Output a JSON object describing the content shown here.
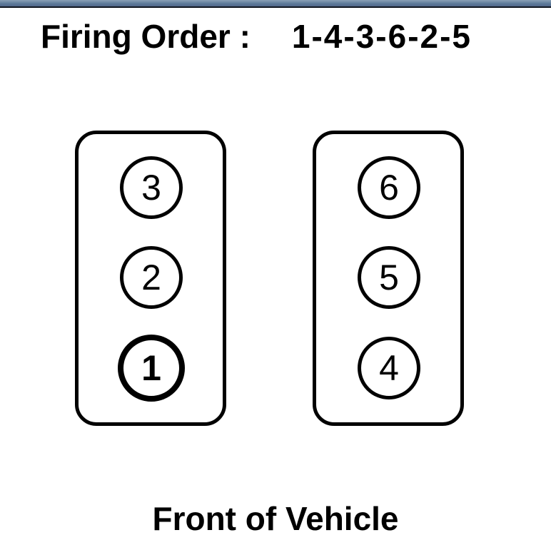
{
  "chrome": {
    "bar_color": "#5d7a99",
    "bar_edge_color": "#10161f"
  },
  "title": {
    "label": "Firing Order :",
    "sequence": "1-4-3-6-2-5"
  },
  "diagram": {
    "line_color": "#000000",
    "background": "#ffffff",
    "banks": [
      {
        "side": "left",
        "cylinders": [
          {
            "number": "3",
            "emphasized": false
          },
          {
            "number": "2",
            "emphasized": false
          },
          {
            "number": "1",
            "emphasized": true
          }
        ]
      },
      {
        "side": "right",
        "cylinders": [
          {
            "number": "6",
            "emphasized": false
          },
          {
            "number": "5",
            "emphasized": false
          },
          {
            "number": "4",
            "emphasized": false
          }
        ]
      }
    ],
    "footer_label": "Front of Vehicle"
  }
}
